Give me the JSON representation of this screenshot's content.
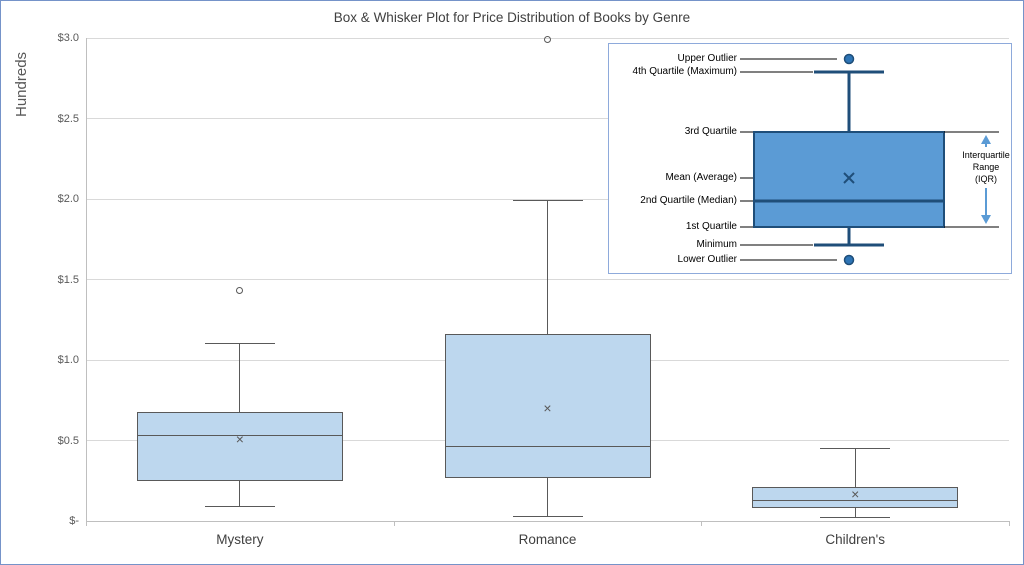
{
  "chart_data": {
    "type": "boxplot",
    "title": "Box & Whisker Plot for Price Distribution of Books by Genre",
    "ylabel": "Hundreds",
    "ylim": [
      0,
      3.0
    ],
    "grid": true,
    "y_ticks": [
      {
        "value": 0,
        "label": "$-"
      },
      {
        "value": 0.5,
        "label": "$0.5"
      },
      {
        "value": 1.0,
        "label": "$1.0"
      },
      {
        "value": 1.5,
        "label": "$1.5"
      },
      {
        "value": 2.0,
        "label": "$2.0"
      },
      {
        "value": 2.5,
        "label": "$2.5"
      },
      {
        "value": 3.0,
        "label": "$3.0"
      }
    ],
    "categories": [
      "Mystery",
      "Romance",
      "Children's"
    ],
    "series": [
      {
        "name": "Mystery",
        "min": 0.09,
        "q1": 0.25,
        "median": 0.53,
        "mean": 0.51,
        "q3": 0.68,
        "max": 1.1,
        "outliers": [
          1.43
        ]
      },
      {
        "name": "Romance",
        "min": 0.03,
        "q1": 0.27,
        "median": 0.46,
        "mean": 0.7,
        "q3": 1.16,
        "max": 1.99,
        "outliers": [
          2.99
        ]
      },
      {
        "name": "Children's",
        "min": 0.02,
        "q1": 0.08,
        "median": 0.13,
        "mean": 0.17,
        "q3": 0.21,
        "max": 0.45,
        "outliers": []
      }
    ],
    "colors": {
      "box_fill": "#BDD7EE",
      "box_border": "#595959",
      "gridline": "#D9D9D9",
      "axis_line": "#BFBFBF",
      "tick_text": "#595959",
      "title_text": "#404040"
    },
    "mean_marker": "×"
  },
  "inset": {
    "labels": {
      "upper_outlier": "Upper Outlier",
      "maximum": "4th Quartile (Maximum)",
      "q3": "3rd Quartile",
      "mean": "Mean (Average)",
      "median": "2nd Quartile (Median)",
      "q1": "1st Quartile",
      "minimum": "Minimum",
      "lower_outlier": "Lower Outlier",
      "iqr_line1": "Interquartile",
      "iqr_line2": "Range",
      "iqr_line3": "(IQR)"
    },
    "colors": {
      "box_fill": "#5B9BD5",
      "box_border": "#1F4E79",
      "outlier_fill": "#2E75B6",
      "arrow": "#5B9BD5",
      "panel_border": "#8EAADB",
      "connector": "#000000"
    }
  }
}
